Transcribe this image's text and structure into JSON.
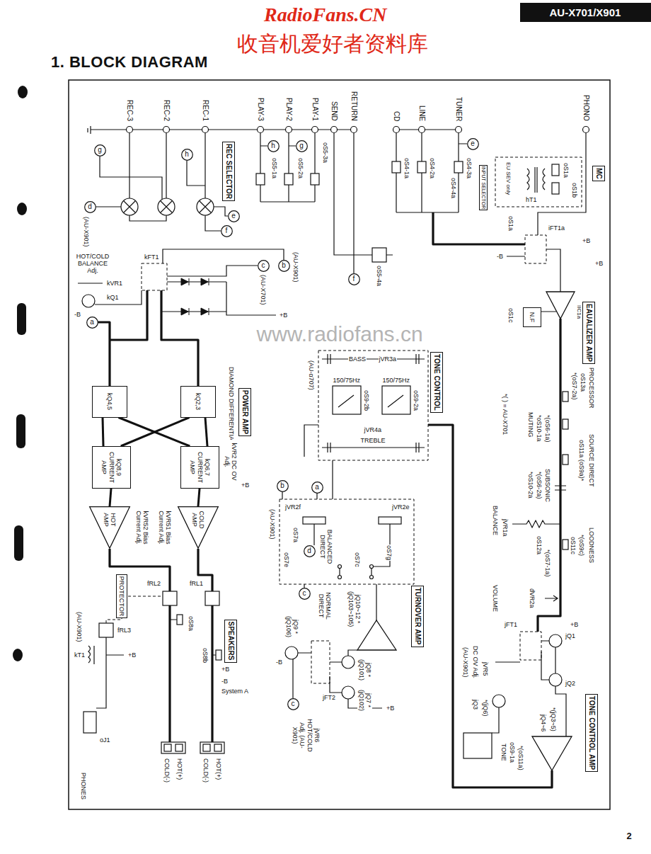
{
  "diagram": {
    "title": "1. BLOCK DIAGRAM",
    "nodes": [
      {
        "text": [
          "REC SELECTOR"
        ]
      },
      {
        "text": [
          "g"
        ]
      },
      {
        "text": [
          "h"
        ]
      },
      {
        "text": [
          "h"
        ]
      },
      {
        "text": [
          "g"
        ]
      },
      {
        "text": [
          "e"
        ]
      },
      {
        "text": [
          "INPUT SELECTOR"
        ]
      },
      {
        "text": [
          "MC"
        ]
      },
      {
        "text": [
          "d"
        ]
      },
      {
        "text": [
          "e"
        ]
      },
      {
        "text": [
          "f"
        ]
      },
      {
        "text": [
          "c"
        ]
      },
      {
        "text": [
          "b"
        ]
      },
      {
        "text": [
          "f"
        ]
      },
      {
        "text": [
          "N.F"
        ]
      },
      {
        "text": [
          "EAUALIZER AMP"
        ]
      },
      {
        "text": [
          "a"
        ]
      },
      {
        "text": [
          "kQ4,5"
        ]
      },
      {
        "text": [
          "kQ2,3"
        ]
      },
      {
        "text": [
          "POWER AMP"
        ]
      },
      {
        "text": [
          "TONE CONTROL"
        ]
      },
      {
        "text": [
          "kQ8,9 CURRENT AMP"
        ]
      },
      {
        "text": [
          "kQ6,7 CURRENT AMP"
        ]
      },
      {
        "text": [
          "b"
        ]
      },
      {
        "text": [
          "a"
        ]
      },
      {
        "text": [
          "HOT AMP"
        ]
      },
      {
        "text": [
          "COLD AMP"
        ]
      },
      {
        "text": [
          "d"
        ]
      },
      {
        "text": [
          "PROTECTOR"
        ]
      },
      {
        "text": [
          "c"
        ]
      },
      {
        "text": [
          "TURNOVER AMP"
        ]
      },
      {
        "text": [
          "SPEAKERS"
        ]
      },
      {
        "text": [
          "c"
        ]
      },
      {
        "text": [
          "TONE CONTROL AMP"
        ]
      }
    ],
    "edges": [
      {
        "from": 17,
        "to": 21,
        "arrow": "none"
      },
      {
        "from": 18,
        "to": 22,
        "arrow": "none"
      },
      {
        "from": 17,
        "to": 22,
        "arrow": "none"
      },
      {
        "from": 18,
        "to": 21,
        "arrow": "none"
      },
      {
        "from": 21,
        "to": 25,
        "arrow": "none"
      },
      {
        "from": 22,
        "to": 26,
        "arrow": "none"
      }
    ],
    "labels": [
      "RadioFans.CN",
      "收音机爱好者资料库",
      "AU-X701/X901",
      "www.radiofans.cn",
      "2",
      "REC-3",
      "REC-2",
      "REC-1",
      "PLAY-3",
      "PLAY-2",
      "PLAY-1",
      "SEND",
      "RETURN",
      "CD",
      "LINE",
      "TUNER",
      "PHONO",
      "(AU-X901)",
      "oS5-1a",
      "oS5-2a",
      "oS5-3a",
      "oS5-4a",
      "oS4-1a",
      "oS4-2a",
      "oS4-3a",
      "oS4-4a",
      "EU SEV only",
      "hT1",
      "oS1a",
      "oS1b",
      "oS1a",
      "iFT1a",
      "-B",
      "+B",
      "+B",
      "oS1c",
      "IIC1a",
      "(AU-X701)",
      "(AU-X901)",
      "+B",
      "kFT1",
      "HOT/COLD BALANCE Adj.",
      "kVR1",
      "kQ1",
      "-B",
      "DIAMOND DIFFERENTIAL",
      "kVR2 DC OV Adj.",
      "+B",
      "kVR52 Bias Current Adj.",
      "kVR51 Bias Current Adj.",
      "(AU-α707)",
      "BASS",
      "jVR3a",
      "150/75Hz",
      "150/75Hz",
      "oS9-2b",
      "oS9-2a",
      "jVR4a",
      "TREBLE",
      "PROCESSOR",
      "oS13a",
      "*(oS7-2a)",
      "*( ) = AU-X701",
      "MUTING",
      "*oS10-1a",
      "*(oS6-1a)",
      "SOURCE DIRECT",
      "oS11a (oS9a)*",
      "*oS10-2a",
      "*(oS6-2a)",
      "SUBSONIC",
      "BALANCE",
      "jVR1a",
      "LOODNESS",
      "*(oS9c)",
      "oS11c",
      "oS12a",
      "*(oS7-1a)",
      "VOLUME",
      "dVR2a",
      "+B",
      "jFT1",
      "jQ1",
      "(AU-X901)",
      "DC OV Adj.",
      "jVR5",
      "jQ3",
      "*(jQ6)",
      "jQ2",
      "TONE",
      "oS9-1a",
      "*(oS11a)",
      "jQ4~6",
      "*(jQ3~5)",
      "(AU-X901)",
      "jVR2f",
      "jVR2e",
      "oS7e",
      "oS7a",
      "BALANCED DIRECT",
      "oS7c",
      "oS7g",
      "NORMAL DIRECT",
      "jQ10~12 *(jQ103~105)",
      "jQ8 *(jQ101)",
      "jQ9 *(jQ106)",
      "jQ7 *(jQ102)",
      "jVR6 HOT/COLD Adj. (AU-X901)",
      "jFT2",
      "-B",
      "+B",
      "fRL2",
      "fRL1",
      "fRL3",
      "(AU-X901)",
      "kT1",
      "oS8a",
      "oS8b",
      "+B",
      "-B",
      "System A",
      "+B",
      "COLD(-)",
      "HOT(+)",
      "COLD(-)",
      "HOT(+)",
      "oJ1",
      "PHONES"
    ]
  }
}
